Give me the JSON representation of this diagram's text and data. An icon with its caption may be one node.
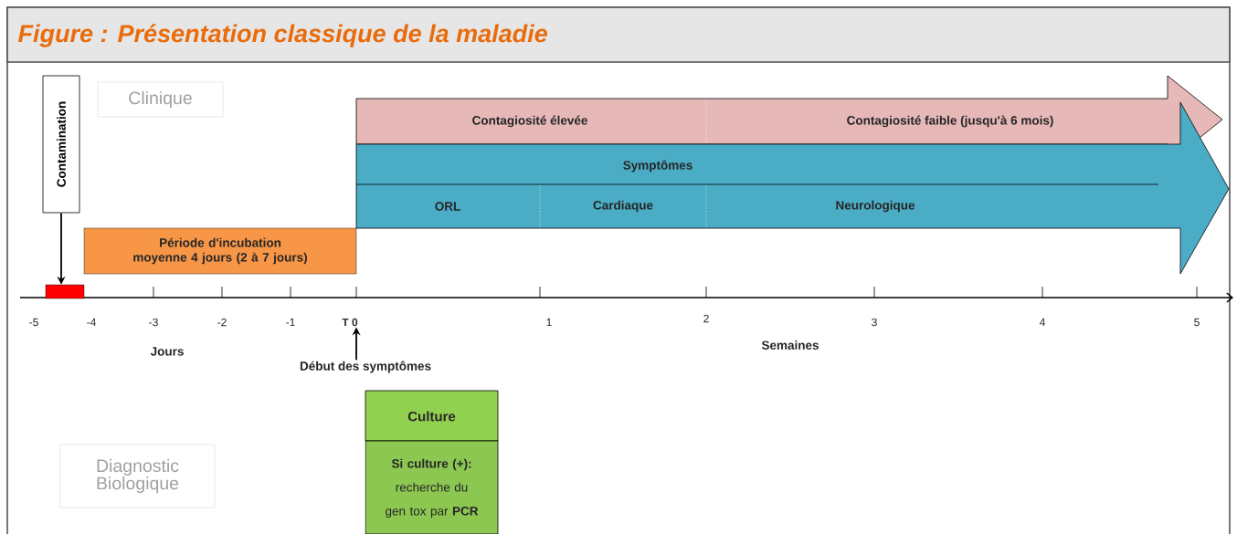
{
  "diagram": {
    "title": "Figure : Présentation classique de la maladie",
    "nodes": [
      {
        "text": [
          "Clinique"
        ]
      },
      {
        "text": [
          "Contamination"
        ]
      },
      {
        "text": [],
        "shape": "bar"
      },
      {
        "text": [
          "Période d'incubation moyenne 4 jours (2 à 7 jours)"
        ]
      },
      {
        "text": [
          "Contagiosité élevée",
          "Contagiosité faible (jusqu'à 6 mois)"
        ]
      },
      {
        "text": [
          "Symptômes",
          "ORL",
          "Cardiaque",
          "Neurologique"
        ]
      },
      {
        "text": [
          "Diagnostic Biologique"
        ]
      },
      {
        "text": [
          "Culture",
          "**Si culture (+):** recherche du gen tox par **PCR**"
        ]
      },
      {
        "text": [
          "Début des symptômes"
        ]
      },
      {
        "text": [
          "T 0"
        ]
      }
    ],
    "edges": [
      {
        "from": 1,
        "to": 2,
        "arrow": "to"
      },
      {
        "from": 8,
        "to": 9,
        "arrow": "to"
      }
    ],
    "labels": [
      "-5",
      "-4",
      "-3",
      "-2",
      "-1",
      "1",
      "2",
      "3",
      "4",
      "5",
      "Jours",
      "Semaines"
    ]
  }
}
